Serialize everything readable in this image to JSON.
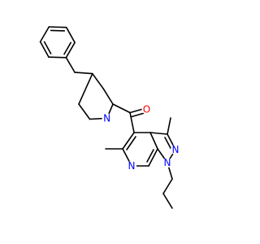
{
  "structure": {
    "atoms": [
      {
        "symbol": "N",
        "color": "#0000ff"
      },
      {
        "symbol": "O",
        "color": "#ff0000"
      },
      {
        "symbol": "N",
        "color": "#0000ff"
      },
      {
        "symbol": "N",
        "color": "#0000ff"
      },
      {
        "symbol": "N",
        "color": "#0000ff"
      }
    ],
    "bond_color": "#000000"
  }
}
